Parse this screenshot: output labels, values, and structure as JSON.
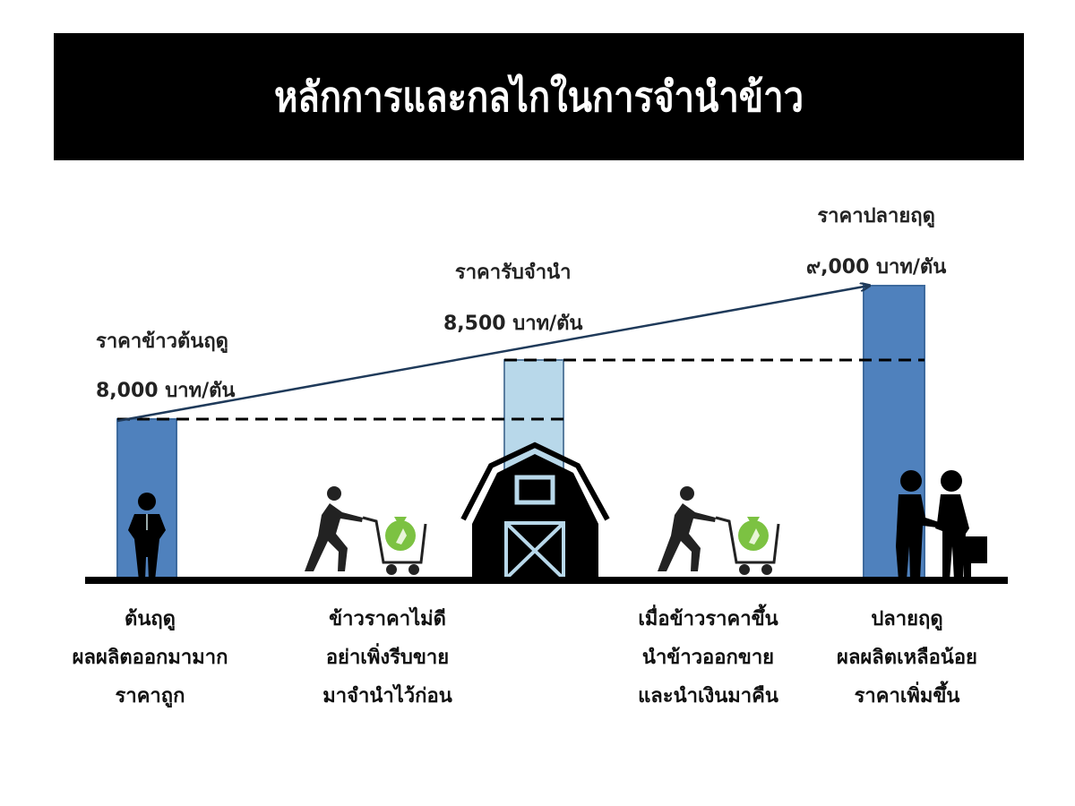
{
  "title": "หลักการและกลไกในการจำนำข้าว",
  "colors": {
    "title_bg": "#000000",
    "title_text": "#ffffff",
    "bar_dark": "#4f81bd",
    "bar_light": "#b8d8ea",
    "bag_green": "#7cc242",
    "arrow": "#1f3a5a",
    "dash": "#000000"
  },
  "prices": [
    {
      "label": "ราคาข้าวต้นฤดู",
      "value": "8,000 บาท/ตัน"
    },
    {
      "label": "ราคารับจำนำ",
      "value": "8,500 บาท/ตัน"
    },
    {
      "label": "ราคาปลายฤดู",
      "value": "๙,000 บาท/ตัน"
    }
  ],
  "captions": [
    {
      "lines": [
        "ต้นฤดู",
        "ผลผลิตออกมามาก",
        "ราคาถูก"
      ]
    },
    {
      "lines": [
        "ข้าวราคาไม่ดี",
        "อย่าเพิ่งรีบขาย",
        "มาจำนำไว้ก่อน"
      ]
    },
    {
      "lines": [
        "เมื่อข้าวราคาขึ้น",
        "นำข้าวออกขาย",
        "และนำเงินมาคืน"
      ]
    },
    {
      "lines": [
        "ปลายฤดู",
        "ผลผลิตเหลือน้อย",
        "ราคาเพิ่มขึ้น"
      ]
    }
  ],
  "chart_data": {
    "type": "bar",
    "title": "หลักการและกลไกในการจำนำข้าว",
    "categories": [
      "ต้นฤดู",
      "รับจำนำ",
      "ปลายฤดู"
    ],
    "values": [
      8000,
      8500,
      9000
    ],
    "unit": "บาท/ตัน",
    "labels": [
      "ราคาข้าวต้นฤดู",
      "ราคารับจำนำ",
      "ราคาปลายฤดู"
    ]
  }
}
